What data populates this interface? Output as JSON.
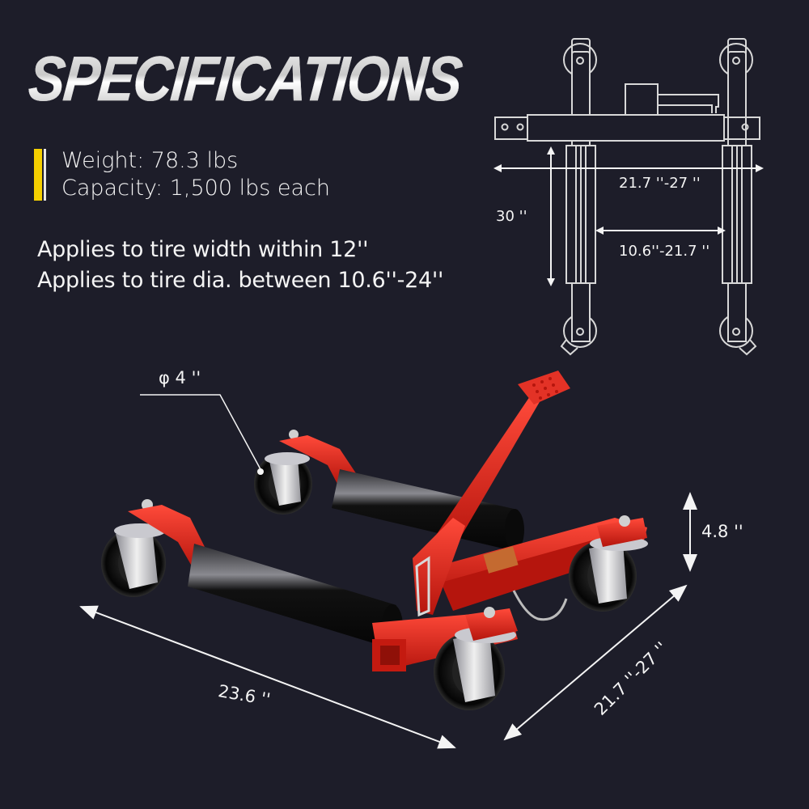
{
  "header": {
    "title": "SPECIFICATIONS"
  },
  "specs": {
    "weight": "Weight: 78.3 lbs",
    "capacity": "Capacity: 1,500 lbs each",
    "accent_color": "#f5d000"
  },
  "applies": {
    "tire_width": "Applies to tire width within 12''",
    "tire_diameter": "Applies to tire dia. between 10.6''-24''"
  },
  "diagram_top": {
    "overall_width": "21.7 ''-27 ''",
    "length": "30 ''",
    "inner_width": "10.6''-21.7 ''"
  },
  "product_dimensions": {
    "wheel_diameter": "φ 4 ''",
    "height": "4.8 ''",
    "length": "23.6 ''",
    "width": "21.7 ''-27 ''"
  },
  "colors": {
    "background": "#1d1d29",
    "frame_red": "#d9261c",
    "roller_black": "#111111",
    "line_white": "#e8e8e8"
  }
}
